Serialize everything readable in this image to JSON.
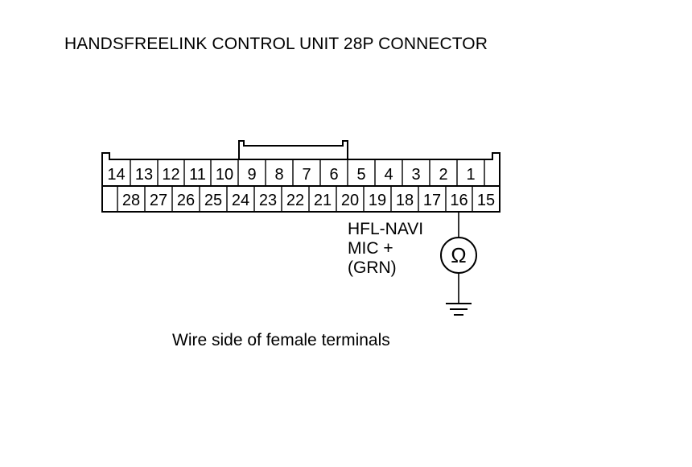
{
  "title": "HANDSFREELINK CONTROL UNIT 28P CONNECTOR",
  "connector": {
    "top_row": [
      "14",
      "13",
      "12",
      "11",
      "10",
      "9",
      "8",
      "7",
      "6",
      "5",
      "4",
      "3",
      "2",
      "1"
    ],
    "bottom_row": [
      "28",
      "27",
      "26",
      "25",
      "24",
      "23",
      "22",
      "21",
      "20",
      "19",
      "18",
      "17",
      "16",
      "15"
    ],
    "probed_terminal": "16"
  },
  "wire_label": {
    "line1": "HFL-NAVI",
    "line2": "MIC +",
    "line3": "(GRN)"
  },
  "meter": {
    "symbol": "Ω",
    "icon": "ohmmeter-icon"
  },
  "ground": {
    "icon": "ground-icon"
  },
  "caption": "Wire side of female terminals"
}
